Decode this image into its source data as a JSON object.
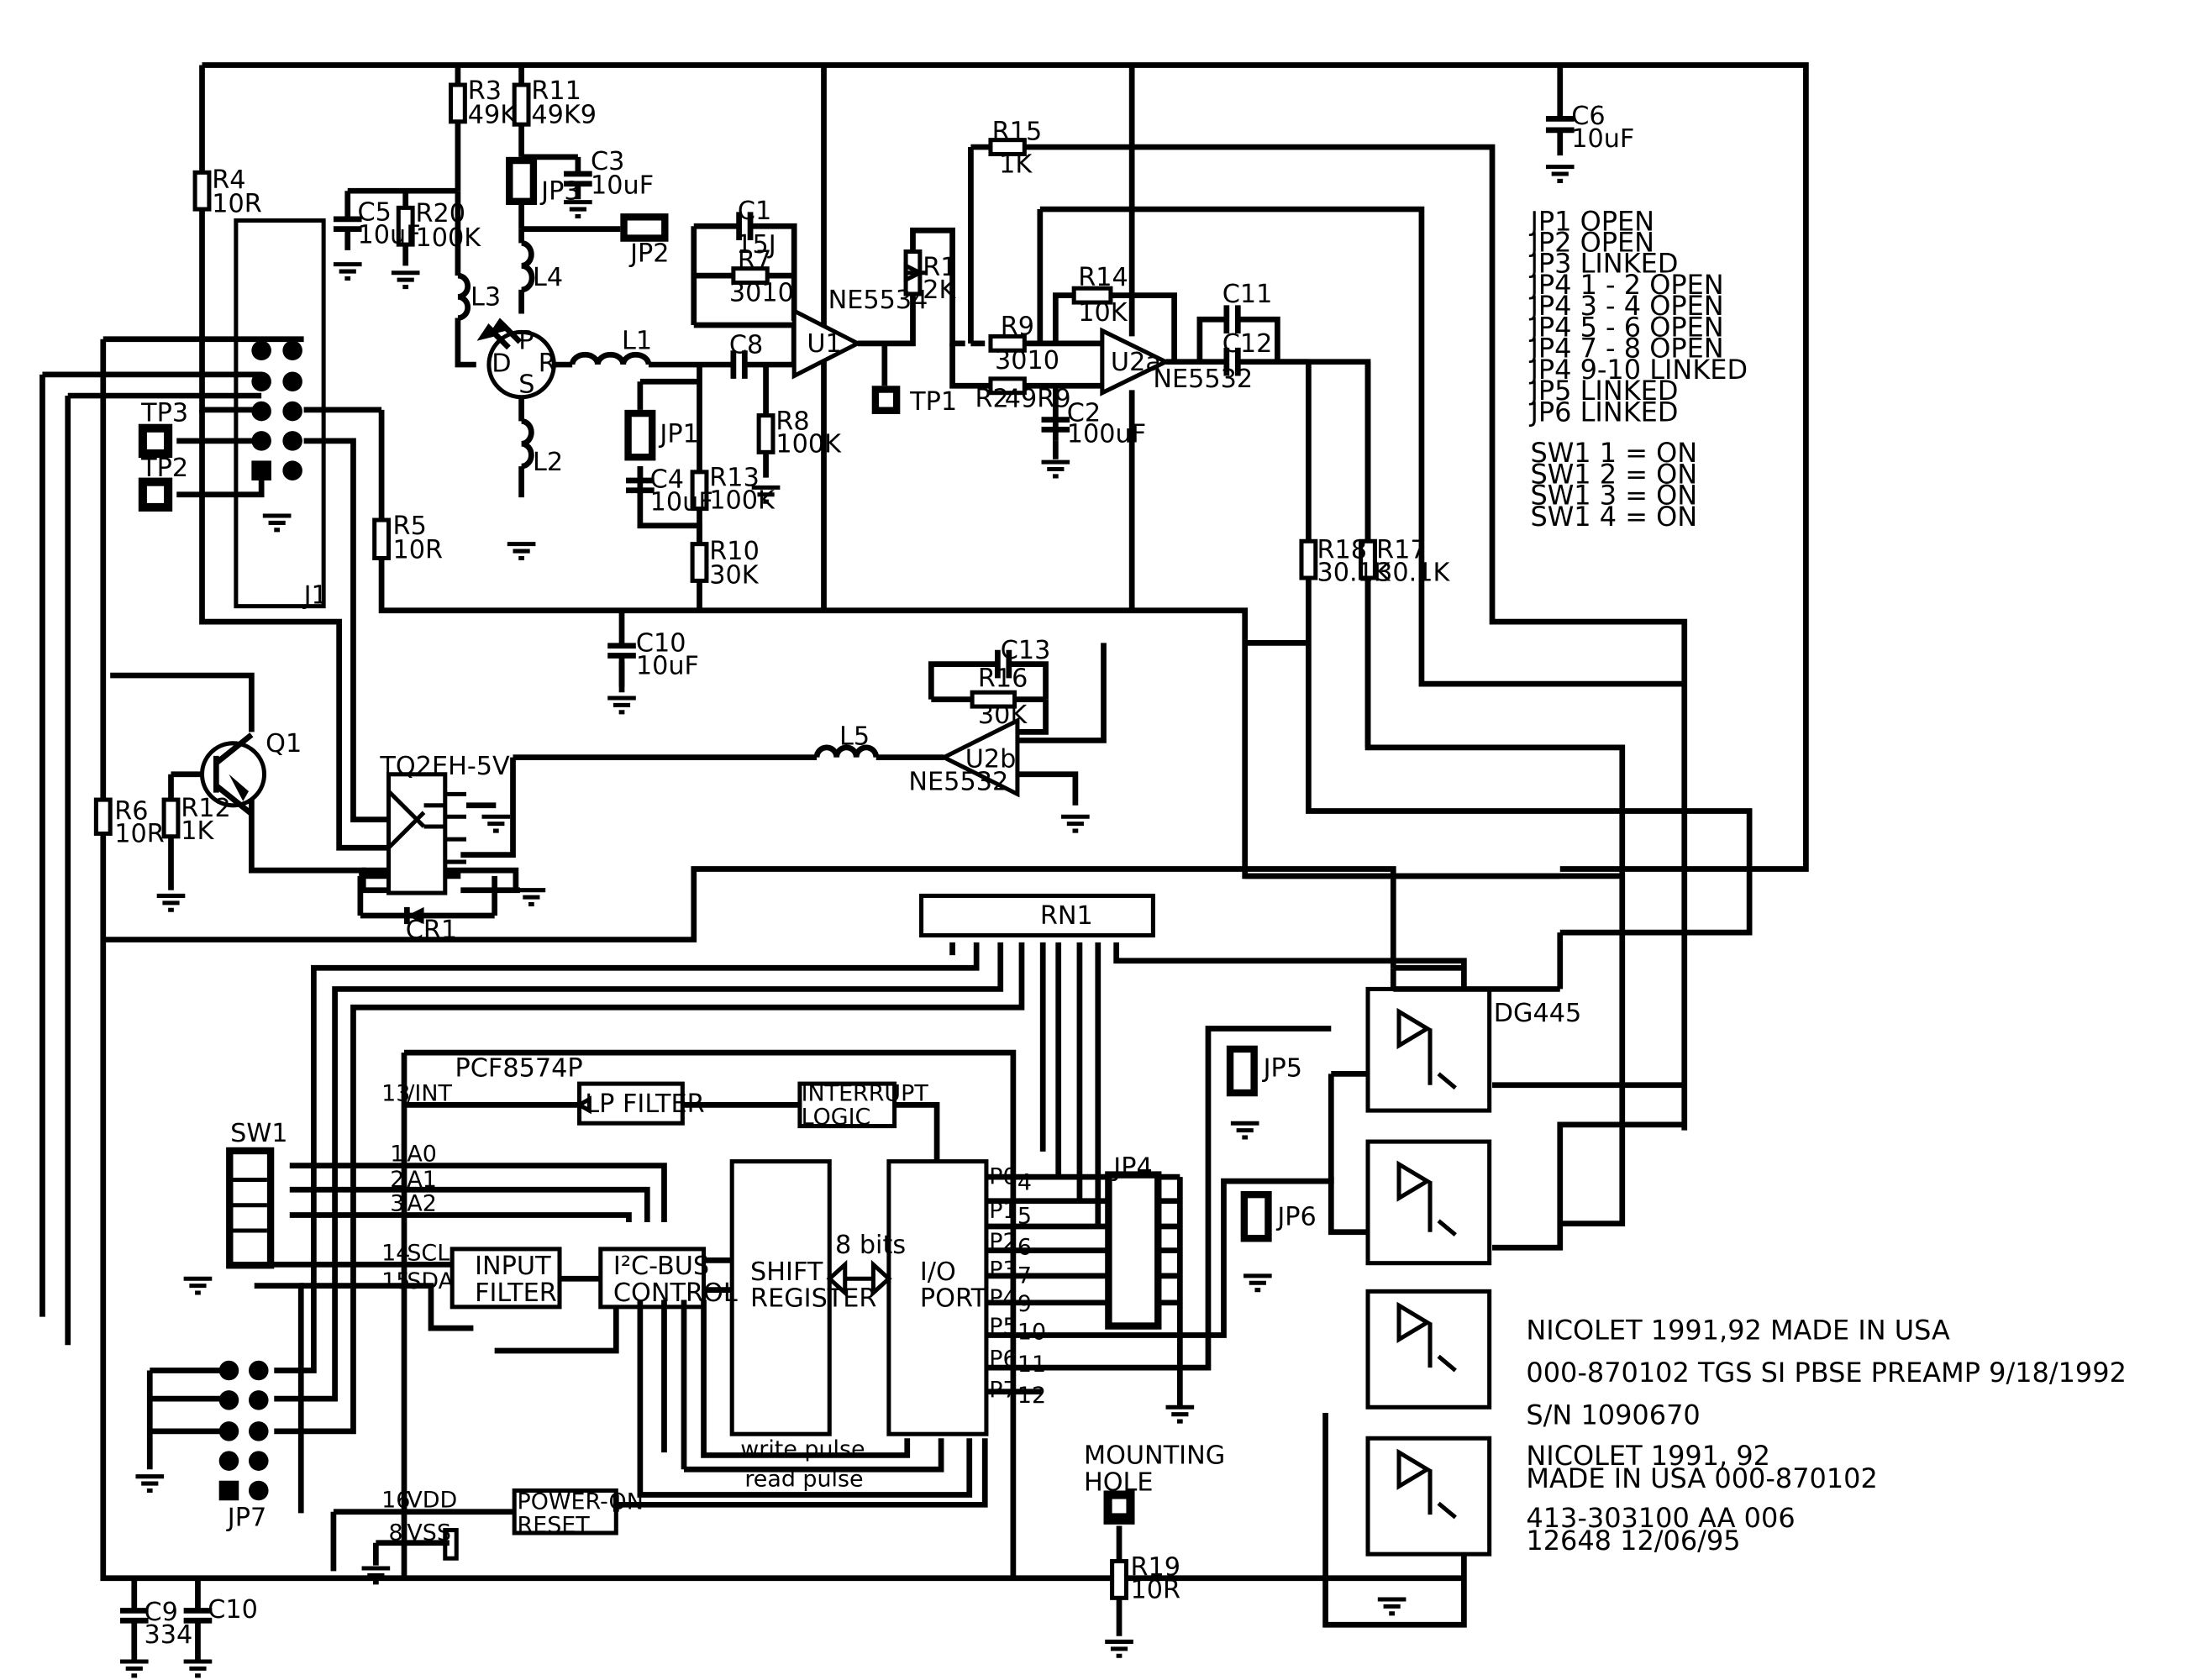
{
  "resistors": [
    {
      "ref": "R3",
      "value": "49K"
    },
    {
      "ref": "R11",
      "value": "49K9"
    },
    {
      "ref": "R4",
      "value": "10R"
    },
    {
      "ref": "R20",
      "value": "100K"
    },
    {
      "ref": "R7",
      "value": "3010"
    },
    {
      "ref": "R1",
      "value": "2K"
    },
    {
      "ref": "R15",
      "value": "1K"
    },
    {
      "ref": "R14",
      "value": "10K"
    },
    {
      "ref": "R9",
      "value": "3010"
    },
    {
      "ref": "R2",
      "value": "49R9"
    },
    {
      "ref": "R8",
      "value": "100K"
    },
    {
      "ref": "R13",
      "value": "100K"
    },
    {
      "ref": "R10",
      "value": "30K"
    },
    {
      "ref": "R5",
      "value": "10R"
    },
    {
      "ref": "R18",
      "value": "30.1K"
    },
    {
      "ref": "R17",
      "value": "30.1K"
    },
    {
      "ref": "R16",
      "value": "30K"
    },
    {
      "ref": "R6",
      "value": "10R"
    },
    {
      "ref": "R12",
      "value": "1K"
    },
    {
      "ref": "R19",
      "value": "10R"
    }
  ],
  "capacitors": [
    {
      "ref": "C5",
      "value": "10uF"
    },
    {
      "ref": "C3",
      "value": "10uF"
    },
    {
      "ref": "C1",
      "value": "15J"
    },
    {
      "ref": "C8",
      "value": ""
    },
    {
      "ref": "C4",
      "value": "10uF"
    },
    {
      "ref": "C2",
      "value": "100uF"
    },
    {
      "ref": "C11",
      "value": ""
    },
    {
      "ref": "C12",
      "value": ""
    },
    {
      "ref": "C6",
      "value": "10uF"
    },
    {
      "ref": "C10",
      "value": "10uF"
    },
    {
      "ref": "C13",
      "value": ""
    },
    {
      "ref": "C9",
      "value": "334"
    },
    {
      "ref": "C10",
      "value": ""
    }
  ],
  "inductors": [
    "L1",
    "L2",
    "L3",
    "L4",
    "L5"
  ],
  "ics": {
    "u1": {
      "ref": "U1",
      "part": "NE5534"
    },
    "u2a": {
      "ref": "U2a",
      "part": "NE5532"
    },
    "u2b": {
      "ref": "U2b",
      "part": "NE5532"
    },
    "expander": {
      "part": "PCF8574P"
    },
    "switch": {
      "part": "DG445"
    },
    "relay": {
      "part": "TQ2EH-5V"
    },
    "network": {
      "ref": "RN1"
    }
  },
  "other_labels": {
    "q1": "Q1",
    "cr1": "CR1",
    "j1": "J1",
    "sw1": "SW1",
    "jp7": "JP7",
    "tp1": "TP1",
    "tp2": "TP2",
    "tp3": "TP3",
    "jp1": "JP1",
    "jp2": "JP2",
    "jp3": "JP3",
    "jp4": "JP4",
    "jp5": "JP5",
    "jp6": "JP6",
    "mounting_hole": "MOUNTING\nHOLE",
    "fet_d": "D",
    "fet_p": "P",
    "fet_r": "R",
    "fet_s": "S"
  },
  "pcf_blocks": {
    "lp_filter": "LP FILTER",
    "interrupt": "INTERRUPT\nLOGIC",
    "input_filter": "INPUT\nFILTER",
    "i2c": "I²C-BUS\nCONTROL",
    "shift": "SHIFT\nREGISTER",
    "io": "I/O\nPORT",
    "por": "POWER-ON\nRESET",
    "bits": "8 bits",
    "write_pulse": "write pulse",
    "read_pulse": "read pulse"
  },
  "pcf_pins": [
    {
      "num": "13",
      "name": "/INT"
    },
    {
      "num": "1",
      "name": "A0"
    },
    {
      "num": "2",
      "name": "A1"
    },
    {
      "num": "3",
      "name": "A2"
    },
    {
      "num": "14",
      "name": "SCL"
    },
    {
      "num": "15",
      "name": "SDA"
    },
    {
      "num": "16",
      "name": "VDD"
    },
    {
      "num": "8",
      "name": "VSS"
    }
  ],
  "pcf_ports": [
    {
      "name": "P0",
      "num": "4"
    },
    {
      "name": "P1",
      "num": "5"
    },
    {
      "name": "P2",
      "num": "6"
    },
    {
      "name": "P3",
      "num": "7"
    },
    {
      "name": "P4",
      "num": "9"
    },
    {
      "name": "P5",
      "num": "10"
    },
    {
      "name": "P6",
      "num": "11"
    },
    {
      "name": "P7",
      "num": "12"
    }
  ],
  "config_notes": [
    "JP1 OPEN",
    "JP2 OPEN",
    "JP3 LINKED",
    "JP4   1 - 2 OPEN",
    "JP4   3 - 4 OPEN",
    "JP4   5 - 6 OPEN",
    "JP4   7 - 8 OPEN",
    "JP4   9-10 LINKED",
    "JP5 LINKED",
    "JP6 LINKED",
    "SW1  1 = ON",
    "SW1  2 = ON",
    "SW1  3 = ON",
    "SW1  4 = ON"
  ],
  "board_marks": [
    "NICOLET 1991,92 MADE IN USA",
    "000-870102 TGS SI PBSE PREAMP 9/18/1992",
    "S/N 1090670",
    "NICOLET 1991, 92",
    "MADE IN USA 000-870102",
    "413-303100 AA 006",
    "12648  12/06/95"
  ]
}
